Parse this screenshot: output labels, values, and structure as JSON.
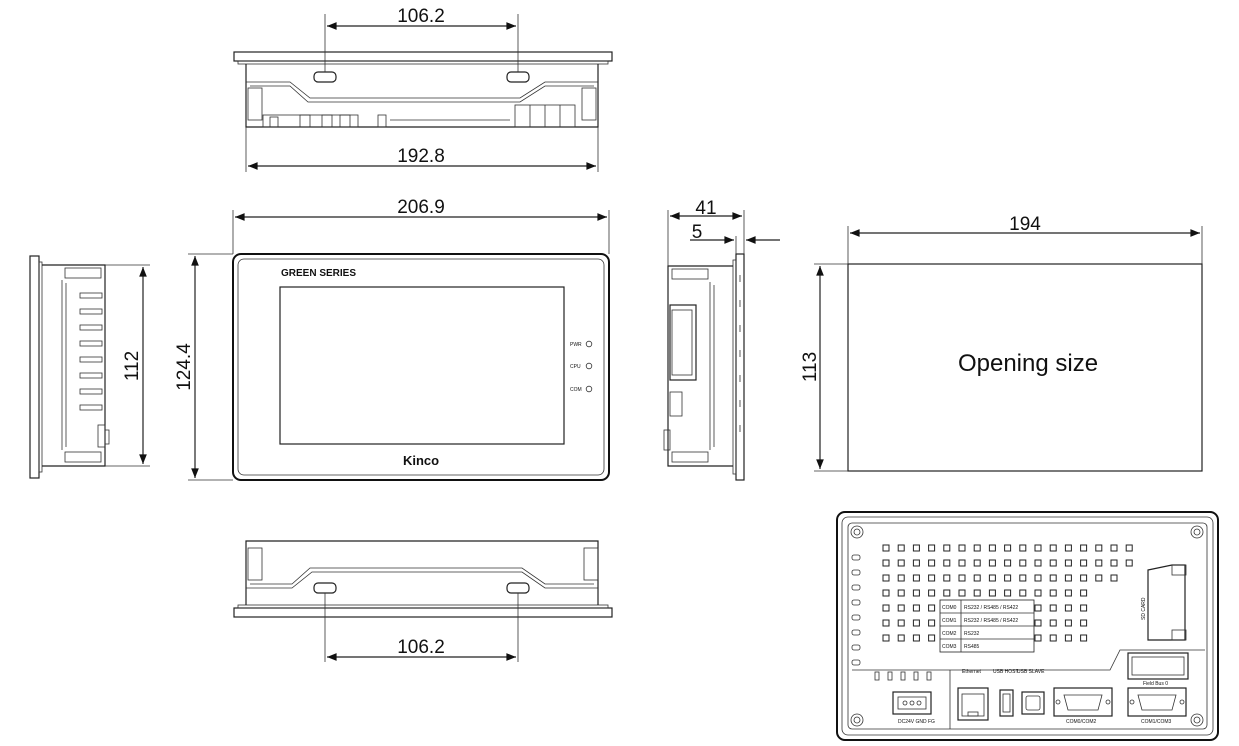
{
  "dimensions": {
    "top_width_holes": "106.2",
    "top_body_width": "192.8",
    "front_width": "206.9",
    "front_height": "124.4",
    "left_side_height": "112",
    "depth": "41",
    "bezel": "5",
    "cutout_width": "194",
    "cutout_height": "113",
    "bottom_width_holes": "106.2"
  },
  "front_panel": {
    "series": "GREEN  SERIES",
    "brand": "Kinco",
    "led_pwr": "PWR",
    "led_cpu": "CPU",
    "led_com": "COM"
  },
  "cutout": {
    "label": "Opening size"
  },
  "rear_panel": {
    "com_table": [
      {
        "port": "COM0",
        "modes": "RS232 / RS485 / RS422"
      },
      {
        "port": "COM1",
        "modes": "RS232 / RS485 / RS422"
      },
      {
        "port": "COM2",
        "modes": "RS232"
      },
      {
        "port": "COM3",
        "modes": "RS485"
      }
    ],
    "sd_card": "SD CARD",
    "field_bus": "Field Bus 0",
    "ethernet": "Ethernet",
    "usb_host": "USB HOST",
    "usb_slave": "USB SLAVE",
    "power": "DC24V GND FG",
    "com02": "COM0/COM2",
    "com13": "COM1/COM3"
  }
}
